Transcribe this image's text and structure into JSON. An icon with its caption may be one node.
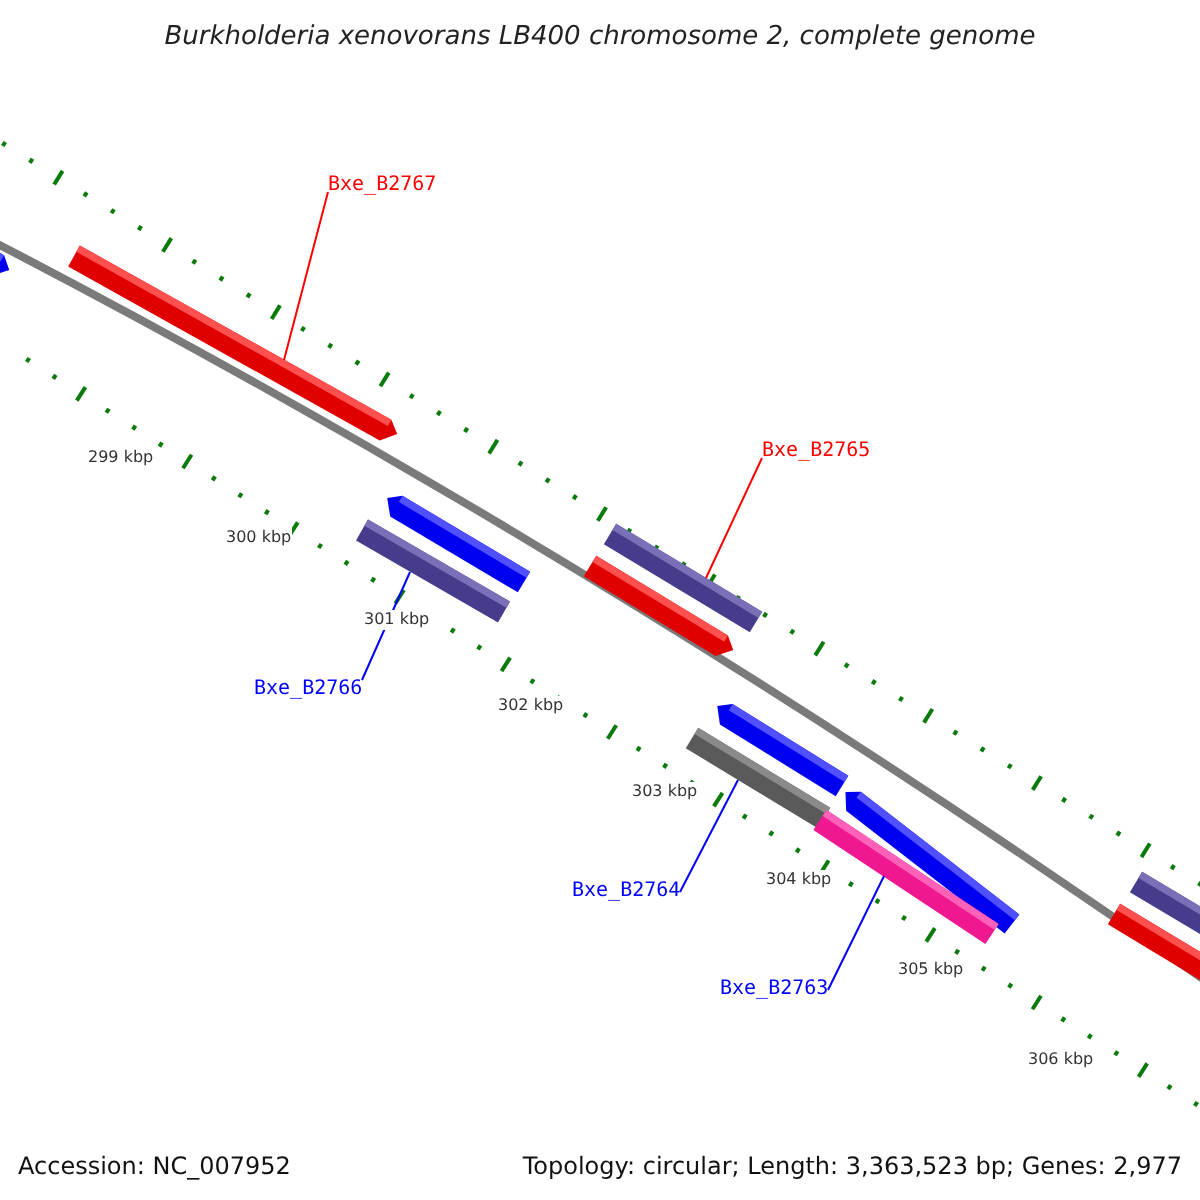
{
  "diagram": {
    "title": "Burkholderia xenovorans LB400 chromosome 2, complete genome",
    "nodes": [
      {
        "text": [
          "Bxe_B2767"
        ]
      },
      {
        "text": [],
        "shape": "bar"
      },
      {
        "text": [
          "Bxe_B2765"
        ]
      },
      {
        "text": [],
        "shape": "bar"
      },
      {
        "text": [
          "Bxe_B2766"
        ]
      },
      {
        "text": [],
        "shape": "bar"
      },
      {
        "text": [
          "Bxe_B2764"
        ]
      },
      {
        "text": [],
        "shape": "bar"
      },
      {
        "text": [
          "Bxe_B2763"
        ]
      },
      {
        "text": [],
        "shape": "bar"
      }
    ],
    "edges": [
      {
        "from": 0,
        "to": 1,
        "arrow": "none",
        "color": "#ff0000"
      },
      {
        "from": 2,
        "to": 3,
        "arrow": "none",
        "color": "#ff0000"
      },
      {
        "from": 4,
        "to": 5,
        "arrow": "none"
      },
      {
        "from": 6,
        "to": 7,
        "arrow": "none"
      },
      {
        "from": 8,
        "to": 9,
        "arrow": "none"
      }
    ],
    "labels": [
      "299 kbp",
      "300 kbp",
      "301 kbp",
      "302 kbp",
      "303 kbp",
      "304 kbp",
      "305 kbp",
      "306 kbp",
      "Accession: NC_007952",
      "Topology: circular; Length: 3,363,523 bp; Genes: 2,977"
    ]
  }
}
